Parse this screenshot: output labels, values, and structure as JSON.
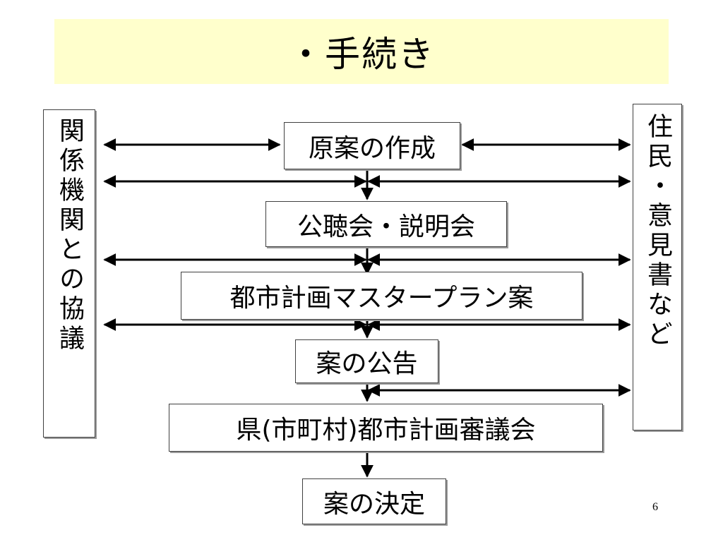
{
  "title": "・手続き",
  "left_box": {
    "label": "関係機関との協議"
  },
  "right_box": {
    "label": "住民・意見書など"
  },
  "steps": [
    "原案の作成",
    "公聴会・説明会",
    "都市計画マスタープラン案",
    "案の公告",
    "県(市町村)都市計画審議会",
    "案の決定"
  ],
  "page_number": "6"
}
